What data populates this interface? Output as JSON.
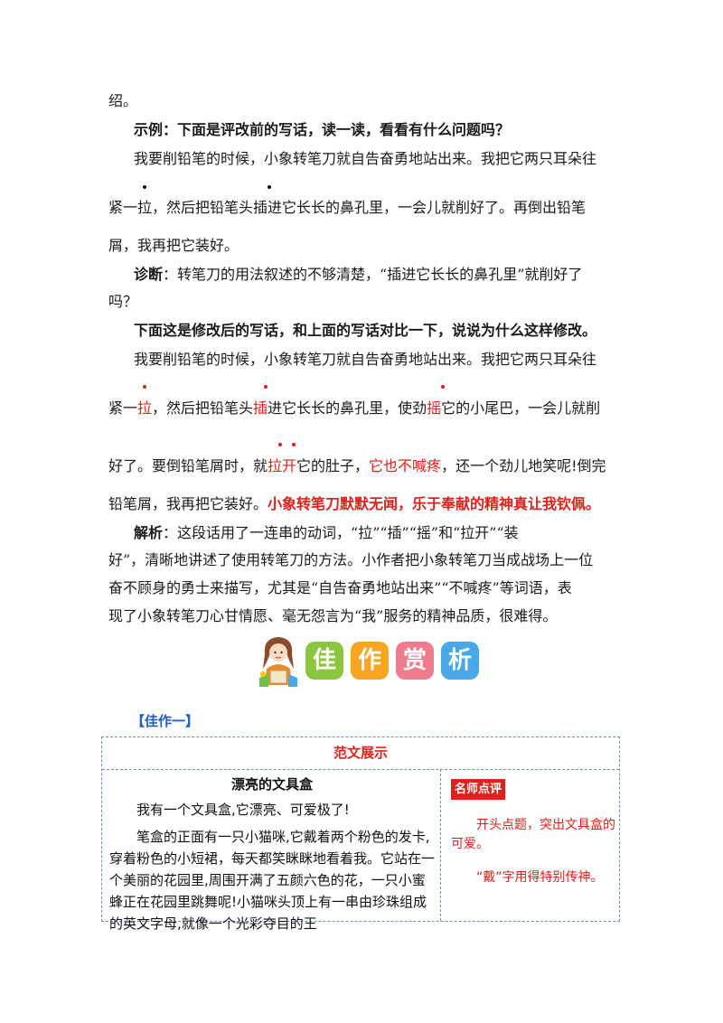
{
  "intro_tail": "绍。",
  "example_heading": "示例：下面是评改前的写话，读一读，看看有什么问题吗？",
  "before": {
    "l1": "我要削铅笔的时候，小象转笔刀就自告奋勇地站出来。我把它两只耳朵往",
    "l2": "紧一拉，然后把铅笔头插进它长长的鼻孔里，一会儿就削好了。再倒出铅笔",
    "l3": "屑，我再把它装好。"
  },
  "diagnosis": {
    "label": "诊断",
    "l1": "：转笔刀的用法叙述的不够清楚，“插进它长长的鼻孔里”就削好了",
    "l2": "吗？"
  },
  "after_heading": "下面这是修改后的写话，和上面的写话对比一下，说说为什么这样修改。",
  "after": {
    "l1": "我要削铅笔的时候，小象转笔刀就自告奋勇地站出来。我把它两只耳朵往",
    "l2_a": "紧一",
    "l2_b": "拉",
    "l2_c": "，然后把铅笔头",
    "l2_d": "插",
    "l2_e": "进它长长的鼻孔里，使劲",
    "l2_f": "摇",
    "l2_g": "它的小尾巴，一会儿就削",
    "l3_a": "好了。要倒铅笔屑时，就",
    "l3_b": "拉开",
    "l3_c": "它的肚子，",
    "l3_d": "它也不喊疼",
    "l3_e": "，还一个劲儿地笑呢!倒完",
    "l4_a": "铅笔屑，我再把它装好。",
    "l4_b": "小象转笔刀默默无闻，乐于奉献的精神真让我钦佩。"
  },
  "analysis": {
    "label": "解析",
    "l1": "：这段话用了一连串的动词，“拉”“插”“摇”和“拉开”“装",
    "l2": "好”，清晰地讲述了使用转笔刀的方法。小作者把小象转笔刀当成战场上一位",
    "l3": "奋不顾身的勇士来描写，尤其是“自告奋勇地站出来”“不喊疼”等词语，表",
    "l4": "现了小象转笔刀心甘情愿、毫无怨言为“我”服务的精神品质，很难得。"
  },
  "banner": {
    "tiles": [
      "佳",
      "作",
      "赏",
      "析"
    ],
    "colors": [
      "#8cc63e",
      "#f6a623",
      "#f07b8c",
      "#4aa8e8"
    ]
  },
  "section_label": "【佳作一】",
  "table": {
    "header": "范文展示",
    "essay_title": "漂亮的文具盒",
    "p1": "我有一个文具盒,它漂亮、可爱极了!",
    "p2": "笔盒的正面有一只小猫咪,它戴着两个粉色的发卡,穿着粉色的小短裙，每天都笑眯眯地看着我。它站在一个美丽的花园里,周围开满了五颜六色的花，一只小蜜蜂正在花园里跳舞呢!小猫咪头顶上有一串由珍珠组成的英文字母,就像一个光彩夺目的王",
    "comment_badge": "名师点评",
    "comment1": "开头点题，突出文具盒的可爱。",
    "comment2": "“戴”字用得特别传神。"
  },
  "colors": {
    "accent_red": "#e0201a",
    "link_blue": "#1f5fbf",
    "border_blue": "#6a8fd0"
  }
}
